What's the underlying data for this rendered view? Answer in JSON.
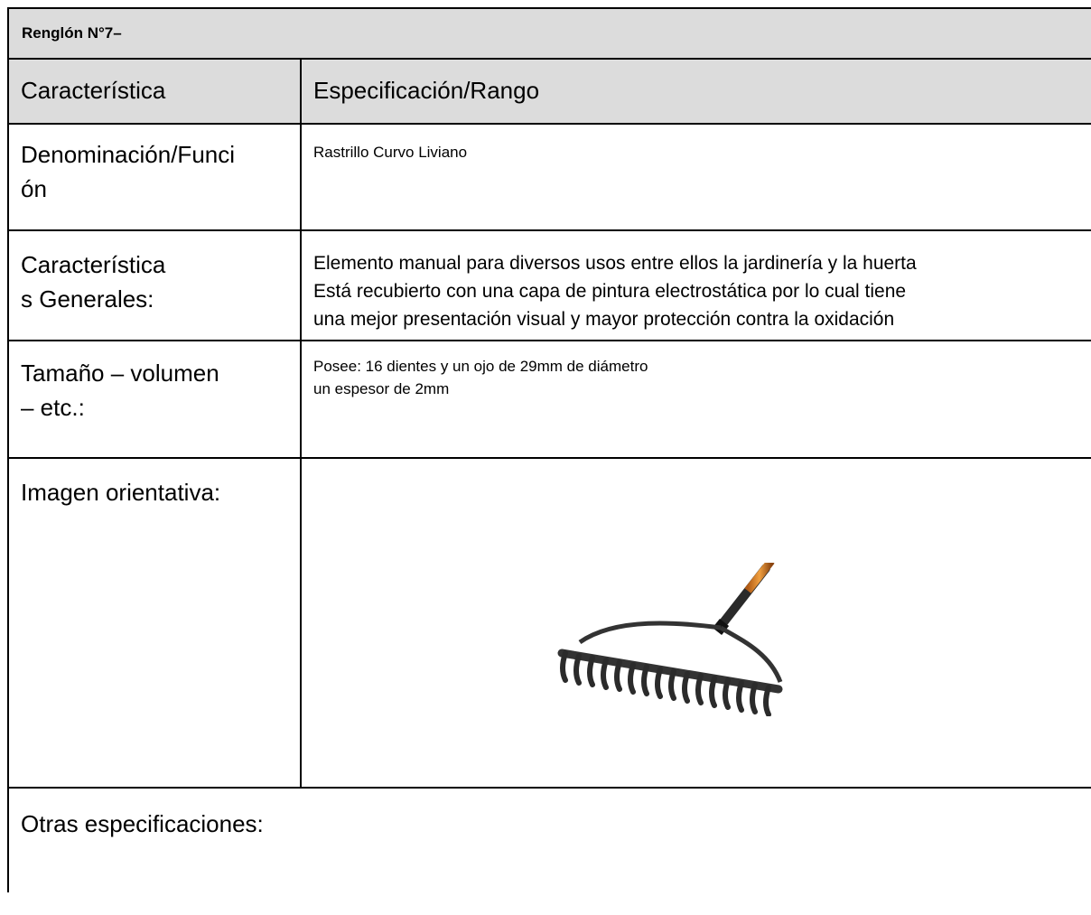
{
  "title": "Renglón N°7–",
  "header": {
    "col1": "Característica",
    "col2": "Especificación/Rango"
  },
  "rows": {
    "denomination": {
      "label_line1": "Denominación/Funci",
      "label_line2": "ón",
      "value": "Rastrillo Curvo Liviano"
    },
    "general": {
      "label_line1": "Característica",
      "label_line2": "s Generales:",
      "value_line1": "Elemento manual para diversos usos entre ellos la jardinería y la huerta",
      "value_line2": "Está recubierto con una capa de pintura electrostática por lo cual tiene",
      "value_line3": "una mejor presentación visual y mayor protección contra la oxidación"
    },
    "size": {
      "label_line1": "Tamaño – volumen",
      "label_line2": "– etc.:",
      "value_line1": "Posee: 16 dientes y un ojo de 29mm de diámetro",
      "value_line2": "un espesor de 2mm"
    },
    "image": {
      "label": "Imagen orientativa:",
      "icon": "rake-image"
    },
    "other": {
      "label": "Otras especificaciones:"
    }
  }
}
